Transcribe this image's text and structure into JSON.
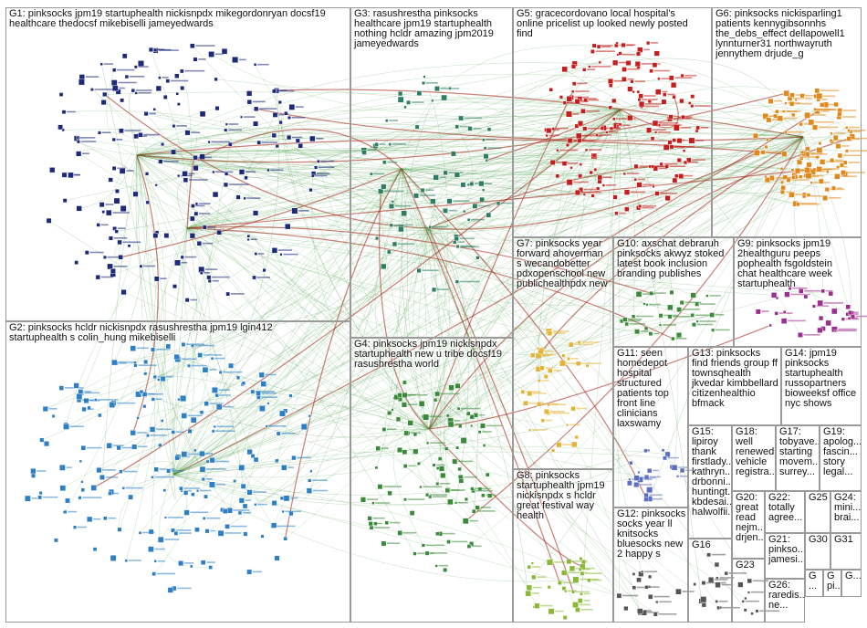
{
  "colors": {
    "edge": "#3a9a3a",
    "edge_dark": "#1f6e1f",
    "edge_red": "#a82a1a",
    "border": "#9a9a9a",
    "g1": "#1c2a78",
    "g2": "#2e7fc4",
    "g3": "#2f7d63",
    "g4": "#3b8a3b",
    "g5": "#c41e1e",
    "g6": "#e0891c",
    "g7": "#e3b43a",
    "g8": "#8ab83a",
    "g9": "#9c2e8c",
    "g10": "#3e8a3a",
    "g11": "#5c6fbf",
    "misc": "#555555"
  },
  "groups": [
    {
      "id": "G1",
      "label": "G1: pinksocks jpm19 startuphealth nickisnpdx mikegordonryan docsf19\nhealthcare thedocsf mikebiselli jameyedwards"
    },
    {
      "id": "G2",
      "label": "G2: pinksocks hcldr nickisnpdx rasushrestha jpm19 lgin412\nstartuphealth s colin_hung mikebiselli"
    },
    {
      "id": "G3",
      "label": "G3: rasushrestha pinksocks\nhealthcare jpm19 startuphealth\nnothing hcldr amazing jpm2019\njameyedwards"
    },
    {
      "id": "G4",
      "label": "G4: pinksocks jpm19 nickisnpdx\nstartuphealth new u tribe docsf19\nrasushrestha world"
    },
    {
      "id": "G5",
      "label": "G5: gracecordovano local hospital's\nonline pricelist up looked newly posted\nfind"
    },
    {
      "id": "G6",
      "label": "G6: pinksocks nickisparling1\npatients kennygibsonnhs\nthe_debs_effect dellapowell1\nlynnturner31 northwayruth\njennythem drjude_g"
    },
    {
      "id": "G7",
      "label": "G7: pinksocks year\nforward ahoverman\ns wecandobetter\npdxopenschool new\npublichealthpdx new"
    },
    {
      "id": "G8",
      "label": "G8: pinksocks\nstartuphealth jpm19\nnickisnpdx s hcldr\ngreat festival way\nhealth"
    },
    {
      "id": "G9",
      "label": "G9: pinksocks jpm19\n2healthguru peeps\npophealth fsgoldstein\nchat healthcare week\nstartuphealth"
    },
    {
      "id": "G10",
      "label": "G10: axschat debraruh\npinksocks akwyz stoked\nlatest book inclusion\nbranding publishes"
    },
    {
      "id": "G11",
      "label": "G11: seen\nhomedepot\nhospital\nstructured\npatients top\nfront line\nclinicians\nlaxswamy"
    },
    {
      "id": "G12",
      "label": "G12: pinksocks\nsocks year ll\nknitsocks\nbluesocks new\n2 happy s"
    },
    {
      "id": "G13",
      "label": "G13: pinksocks\nfind friends group ff\ntownsqhealth\njkvedar kimbbellard\ncitizenhealthio\nbfmack"
    },
    {
      "id": "G14",
      "label": "G14: jpm19\npinksocks\nstartuphealth\nrussopartners\nbioweeksf office\nnyc shows"
    },
    {
      "id": "G15",
      "label": "G15:\nlipiroy\nthank\nfirstlady...\nkathryn...\ndrbonni...\nhuntingt...\nkbdesai...\nhalwolfii..."
    },
    {
      "id": "G16",
      "label": "G16"
    },
    {
      "id": "G17",
      "label": "G17:\ntobyave...\nstarting\nmovem...\nsurrey..."
    },
    {
      "id": "G18",
      "label": "G18:\nwell\nrenewed\nvehicle\nregistra..."
    },
    {
      "id": "G19",
      "label": "G19:\napolog...\nfascin...\nstory\nlegal..."
    },
    {
      "id": "G20",
      "label": "G20:\ngreat\nread\nnejm...\ndrjen..."
    },
    {
      "id": "G21",
      "label": "G21:\npinkso...\njamesi..."
    },
    {
      "id": "G22",
      "label": "G22:\ntotally\nagree..."
    },
    {
      "id": "G23",
      "label": "G23"
    },
    {
      "id": "G24",
      "label": "G24:\nmini...\nbrai..."
    },
    {
      "id": "G25",
      "label": "G25"
    },
    {
      "id": "G26",
      "label": "G26:\nraredis...\nne..."
    },
    {
      "id": "G27",
      "label": "G\n..."
    },
    {
      "id": "G28",
      "label": "G\npi..."
    },
    {
      "id": "G29",
      "label": "G..."
    },
    {
      "id": "G30",
      "label": "G30"
    },
    {
      "id": "G31",
      "label": "G31"
    }
  ]
}
